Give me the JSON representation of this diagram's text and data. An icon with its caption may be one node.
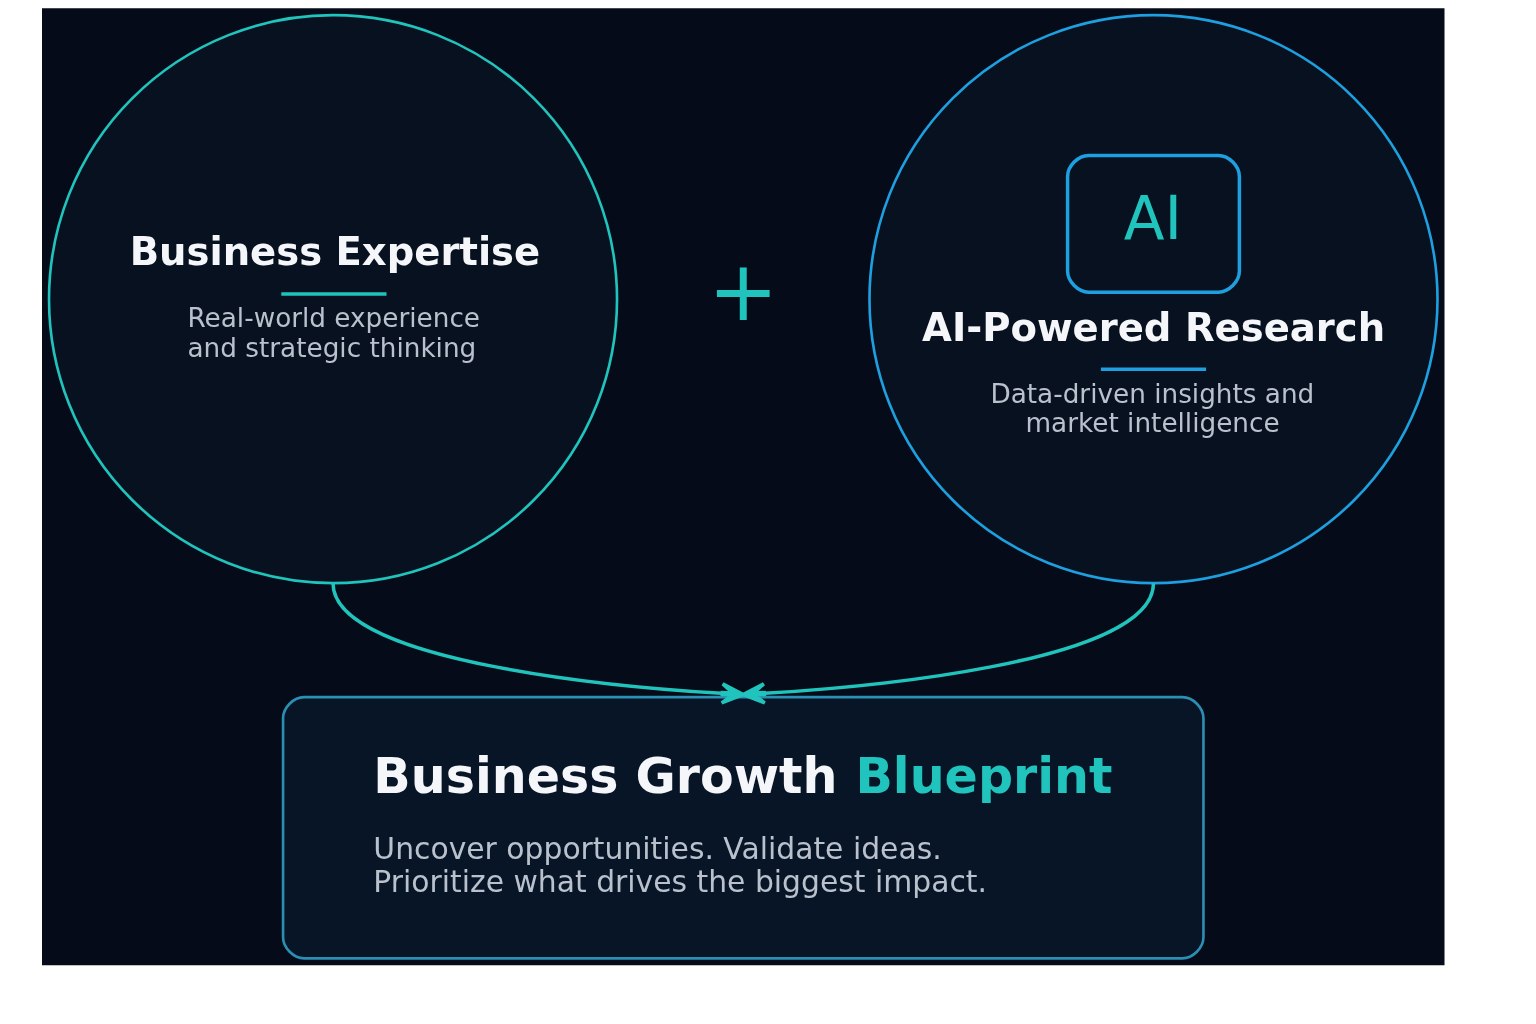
{
  "diagram": {
    "nodes": [
      {
        "text": [
          "Business Expertise",
          "Real-world experience and strategic thinking"
        ]
      },
      {
        "text": [
          "AI",
          "AI-Powered Research",
          "Data-driven insights and market intelligence"
        ]
      },
      {
        "text": [
          "Business Growth Blueprint",
          "Uncover opportunities. Validate ideas. Prioritize what drives the biggest impact."
        ]
      }
    ],
    "edges": [
      {
        "from": 0,
        "to": 2,
        "arrow": "to"
      },
      {
        "from": 1,
        "to": 2,
        "arrow": "to"
      }
    ],
    "labels": [
      "+"
    ]
  }
}
